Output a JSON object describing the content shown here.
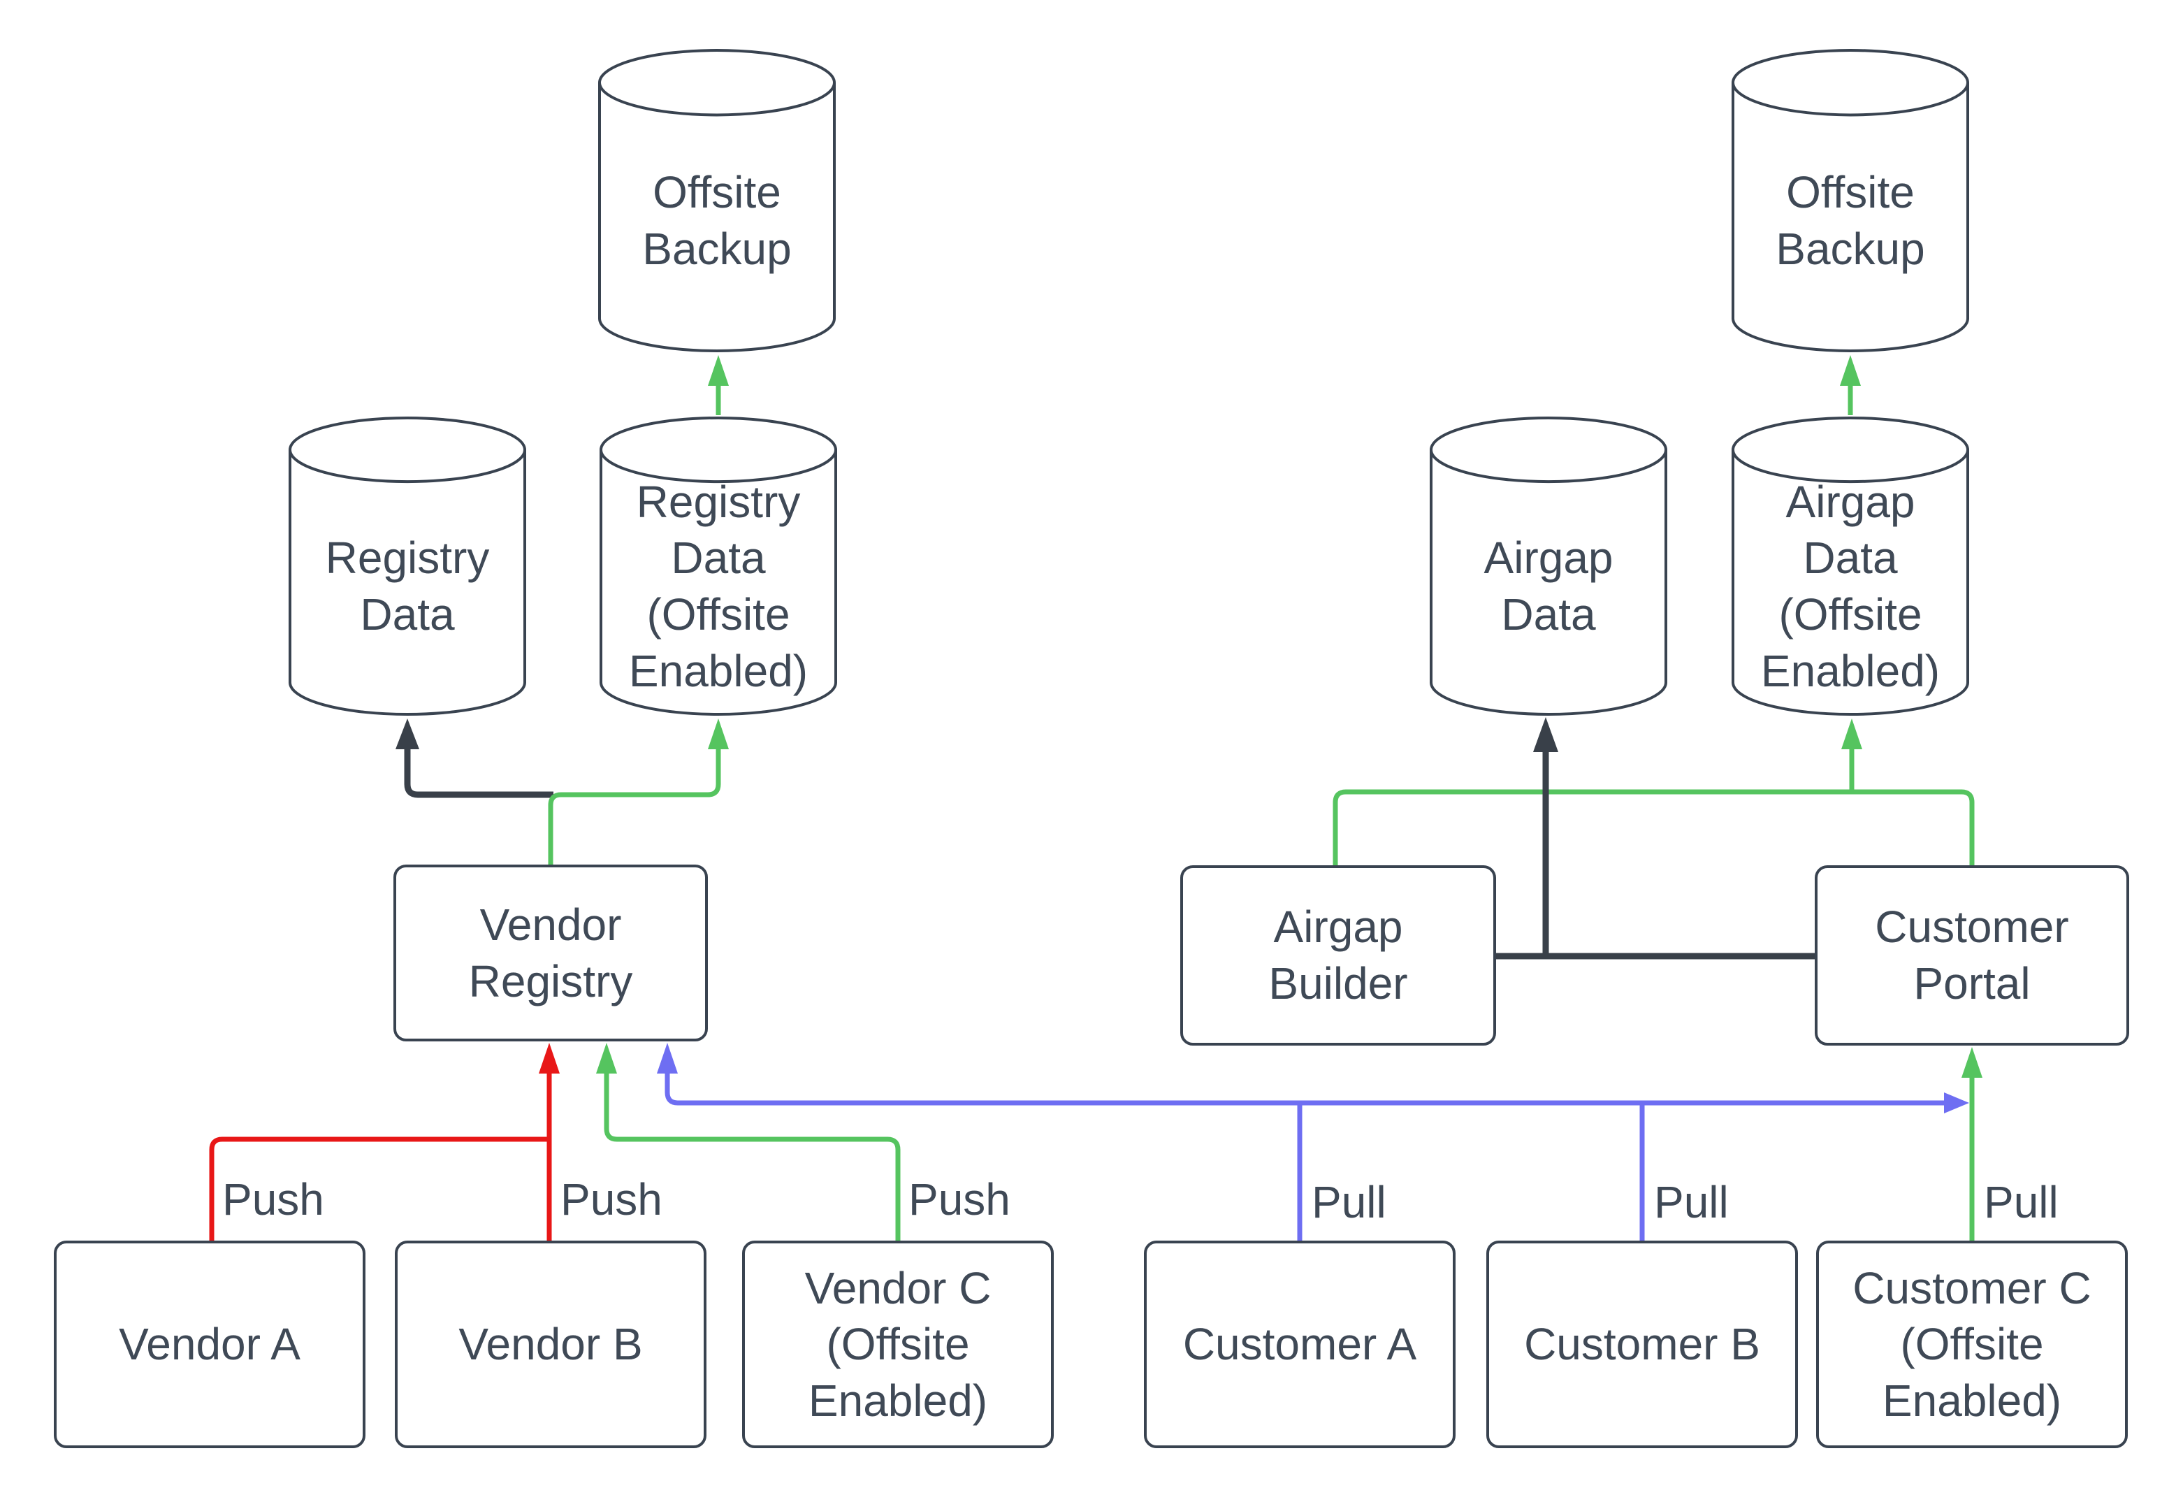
{
  "colors": {
    "outline": "#394350",
    "text": "#3f4956",
    "arrow_red": "#e81717",
    "arrow_green": "#55c45f",
    "arrow_blue": "#6e6ef2",
    "arrow_dark": "#394049",
    "background": "#ffffff"
  },
  "nodes": {
    "offsite_backup_left": {
      "label": "Offsite Backup"
    },
    "offsite_backup_right": {
      "label": "Offsite Backup"
    },
    "registry_data": {
      "label": "Registry Data"
    },
    "registry_data_offsite": {
      "label": "Registry Data (Offsite Enabled)"
    },
    "airgap_data": {
      "label": "Airgap Data"
    },
    "airgap_data_offsite": {
      "label": "Airgap Data (Offsite Enabled)"
    },
    "vendor_registry": {
      "label": "Vendor Registry"
    },
    "airgap_builder": {
      "label": "Airgap Builder"
    },
    "customer_portal": {
      "label": "Customer Portal"
    },
    "vendor_a": {
      "label": "Vendor A"
    },
    "vendor_b": {
      "label": "Vendor B"
    },
    "vendor_c": {
      "label": "Vendor C (Offsite Enabled)"
    },
    "customer_a": {
      "label": "Customer A"
    },
    "customer_b": {
      "label": "Customer B"
    },
    "customer_c": {
      "label": "Customer C (Offsite Enabled)"
    }
  },
  "edge_labels": {
    "vendor_a_push": "Push",
    "vendor_b_push": "Push",
    "vendor_c_push": "Push",
    "customer_a_pull": "Pull",
    "customer_b_pull": "Pull",
    "customer_c_pull": "Pull"
  }
}
